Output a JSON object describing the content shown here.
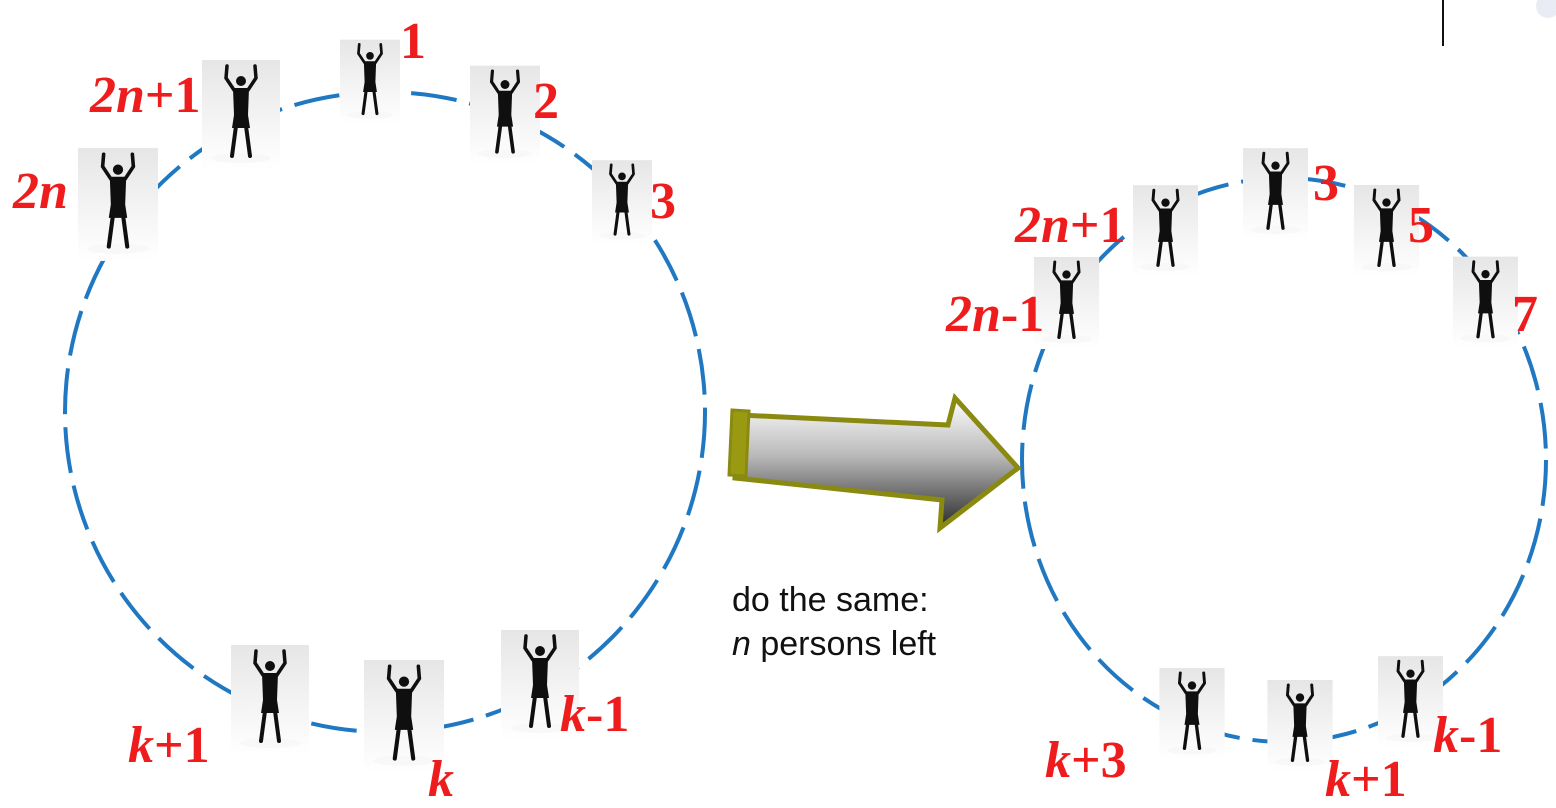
{
  "labels_left": {
    "p1": "1",
    "p2": "2",
    "p3": "3",
    "p2n1_var": "2n",
    "p2n1_suffix": "+1",
    "p2n_var": "2n",
    "pk_var": "k",
    "pkp1_var": "k",
    "pkp1_suffix": "+1",
    "pkm1_var": "k",
    "pkm1_suffix": "-1"
  },
  "labels_right": {
    "p3": "3",
    "p5": "5",
    "p7": "7",
    "p2n1_var": "2n",
    "p2n1_suffix": "+1",
    "p2nm1_var": "2n",
    "p2nm1_suffix": "-1",
    "pkm1_var": "k",
    "pkm1_suffix": "-1",
    "pkp1_var": "k",
    "pkp1_suffix": "+1",
    "pkp3_var": "k",
    "pkp3_suffix": "+3"
  },
  "note": {
    "line1": "do the same:",
    "line2_var": "n",
    "line2_rest": " persons left"
  },
  "colors": {
    "circle": "#1f78c1",
    "label": "#ee1c1c",
    "arrow_outline": "#8a8a10"
  }
}
